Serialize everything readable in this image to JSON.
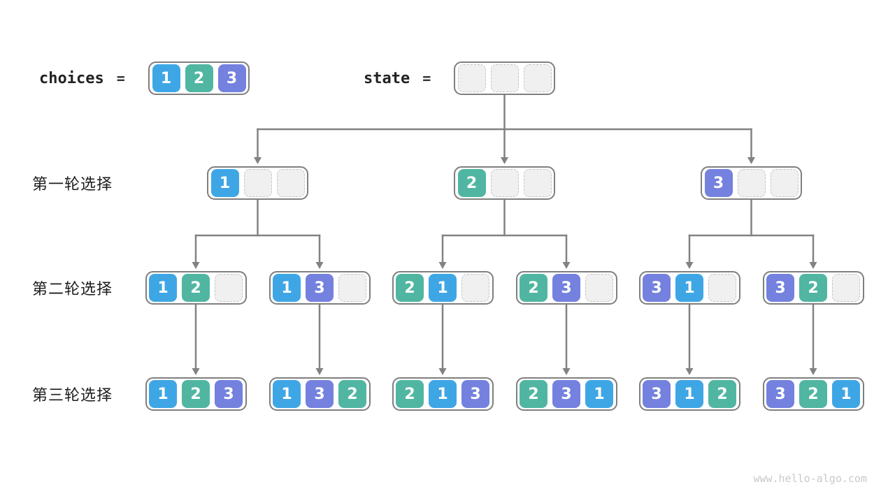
{
  "header": {
    "choices_label": "choices",
    "state_label": "state",
    "equals": "=",
    "choices_values": [
      "1",
      "2",
      "3"
    ],
    "state_values": [
      "",
      "",
      ""
    ]
  },
  "rounds": [
    {
      "label": "第一轮选择",
      "boxes": [
        [
          "1",
          "",
          ""
        ],
        [
          "2",
          "",
          ""
        ],
        [
          "3",
          "",
          ""
        ]
      ]
    },
    {
      "label": "第二轮选择",
      "boxes": [
        [
          "1",
          "2",
          ""
        ],
        [
          "1",
          "3",
          ""
        ],
        [
          "2",
          "1",
          ""
        ],
        [
          "2",
          "3",
          ""
        ],
        [
          "3",
          "1",
          ""
        ],
        [
          "3",
          "2",
          ""
        ]
      ]
    },
    {
      "label": "第三轮选择",
      "boxes": [
        [
          "1",
          "2",
          "3"
        ],
        [
          "1",
          "3",
          "2"
        ],
        [
          "2",
          "1",
          "3"
        ],
        [
          "2",
          "3",
          "1"
        ],
        [
          "3",
          "1",
          "2"
        ],
        [
          "3",
          "2",
          "1"
        ]
      ]
    }
  ],
  "colors": {
    "value_1": "#3FA6E6",
    "value_2": "#50B6A2",
    "value_3": "#7481DE",
    "box_border": "#7F7F7F",
    "empty_fill": "#F0F0F0",
    "empty_border": "#C5C5C5",
    "arrow": "#828282",
    "label_text": "#1C1C1C",
    "watermark_text": "#C9C9C9"
  },
  "watermark": "www.hello-algo.com"
}
